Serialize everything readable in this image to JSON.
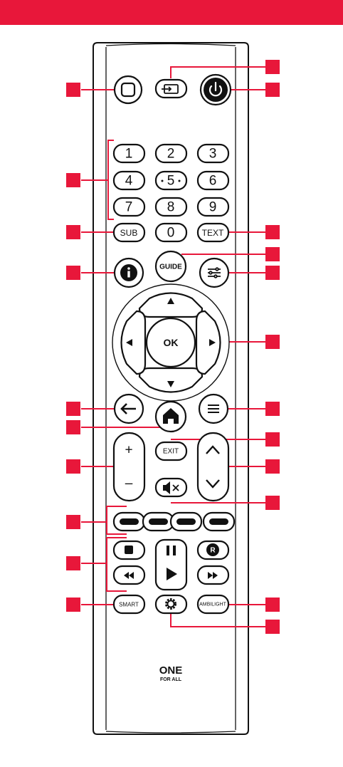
{
  "colors": {
    "accent": "#e8173a",
    "body_outline": "#111111",
    "background": "#ffffff"
  },
  "brand": {
    "line1": "ONE",
    "line2": "FOR ALL"
  },
  "buttons": {
    "stop_square": "",
    "source": "source-icon",
    "power": "power-icon",
    "digits": [
      "1",
      "2",
      "3",
      "4",
      "5",
      "6",
      "7",
      "8",
      "9",
      "0"
    ],
    "sub": "SUB",
    "text": "TEXT",
    "guide": "GUIDE",
    "info": "info-icon",
    "options": "options-icon",
    "ok": "OK",
    "back": "back-arrow-icon",
    "home": "home-icon",
    "menu": "menu-icon",
    "volume_up": "+",
    "volume_down": "–",
    "exit": "EXIT",
    "mute": "mute-icon",
    "channel_up": "chevron-up-icon",
    "channel_down": "chevron-down-icon",
    "color_keys": [
      "color-key-1",
      "color-key-2",
      "color-key-3",
      "color-key-4"
    ],
    "stop": "stop-icon",
    "pause": "pause-icon",
    "play": "play-icon",
    "record": "R",
    "rewind": "rewind-icon",
    "fast_forward": "fast-forward-icon",
    "smart": "SMART",
    "settings": "gear-icon",
    "ambilight": "AMBILIGHT"
  }
}
